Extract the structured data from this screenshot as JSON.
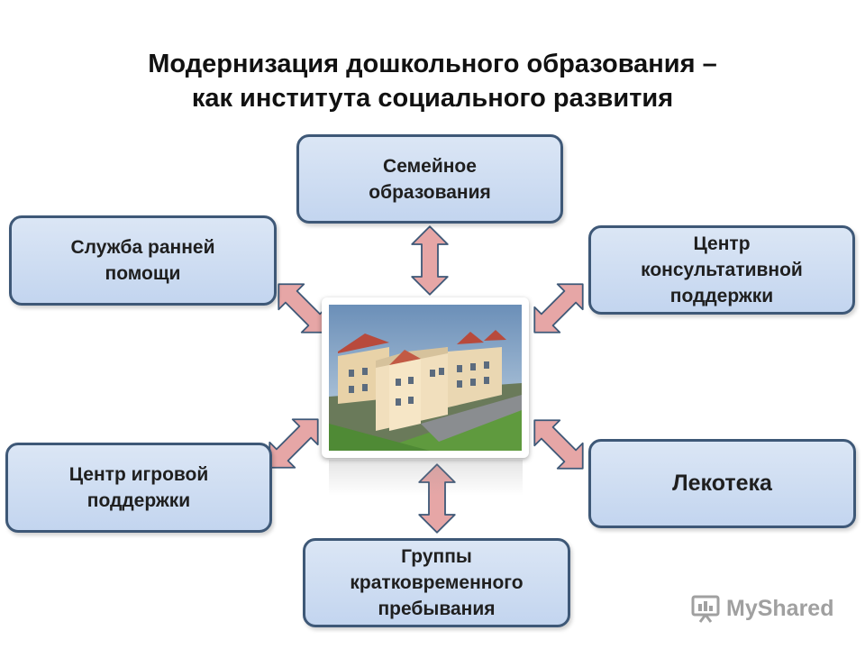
{
  "title": {
    "line1": "Модернизация дошкольного образования –",
    "line2": "как института социального развития"
  },
  "boxes": {
    "family": {
      "lines": [
        "Семейное",
        "образования"
      ]
    },
    "early_help": {
      "lines": [
        "Служба ранней",
        "помощи"
      ]
    },
    "consult": {
      "lines": [
        "Центр",
        "консультативной",
        "поддержки"
      ]
    },
    "play": {
      "lines": [
        "Центр игровой",
        "поддержки"
      ]
    },
    "lekoteka": {
      "lines": [
        "Лекотека"
      ]
    },
    "short_stay": {
      "lines": [
        "Группы",
        "кратковременного",
        "пребывания"
      ]
    }
  },
  "colors": {
    "box_border": "#3e5877",
    "box_fill": "#c9d9f0",
    "arrow_fill": "#e6a6a6",
    "arrow_stroke": "#3e5877"
  },
  "center_image": {
    "icon": "kindergarten-building-photo"
  },
  "watermark": {
    "text": "MyShared",
    "icon": "presentation-screen-icon"
  }
}
